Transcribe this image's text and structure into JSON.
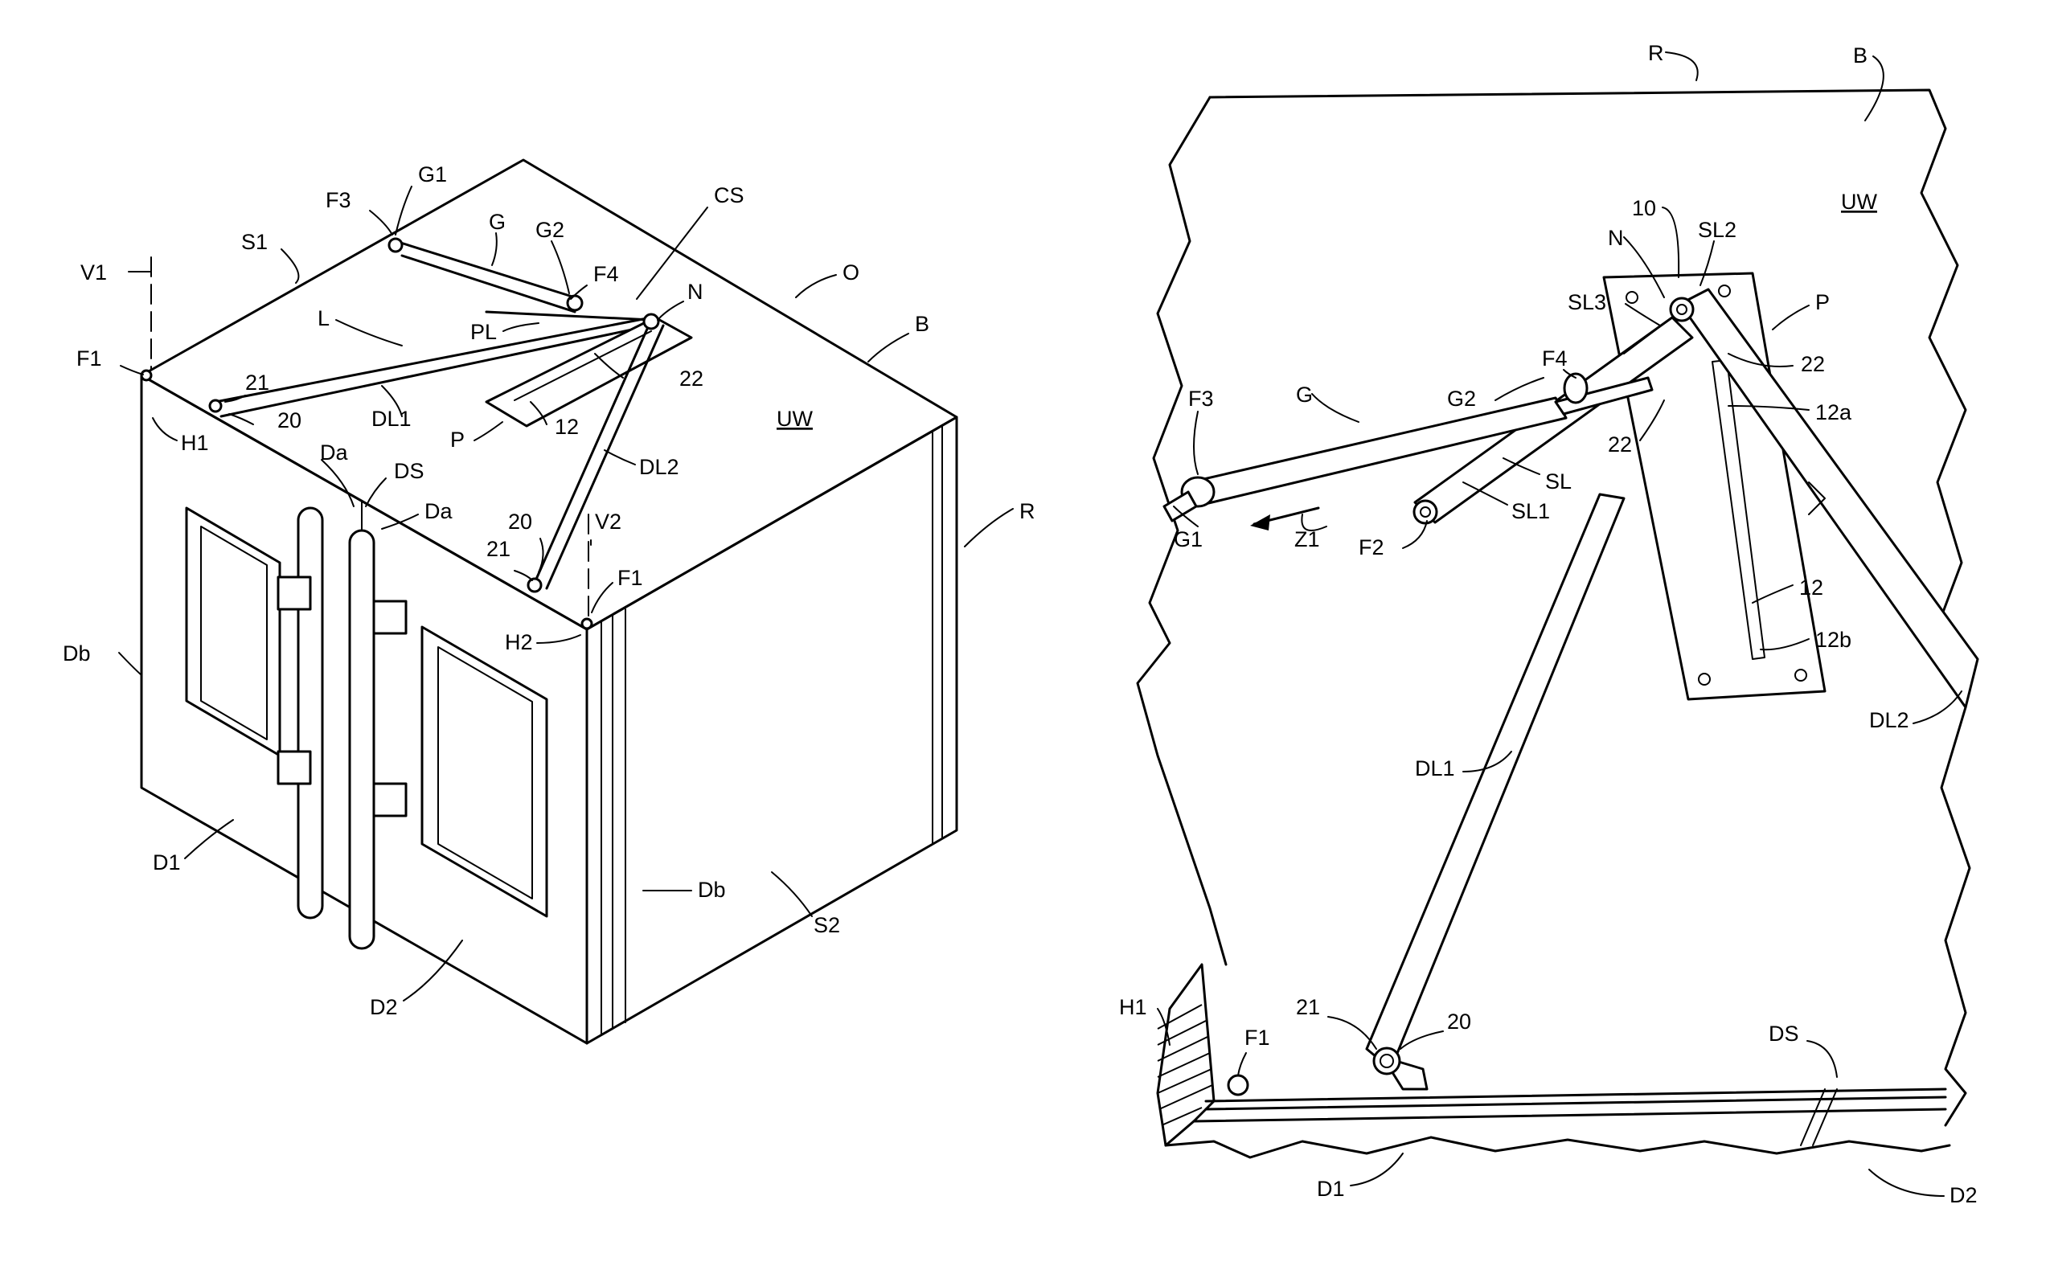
{
  "figure_left": {
    "labels": {
      "G1": "G1",
      "F3": "F3",
      "CS": "CS",
      "S1": "S1",
      "G": "G",
      "G2": "G2",
      "O": "O",
      "F4": "F4",
      "V1": "V1",
      "N": "N",
      "L": "L",
      "PL": "PL",
      "B": "B",
      "F1_top": "F1",
      "21_left": "21",
      "22": "22",
      "UW": "UW",
      "20_left": "20",
      "DL1": "DL1",
      "12": "12",
      "P": "P",
      "H1": "H1",
      "DL2": "DL2",
      "Da_upper": "Da",
      "DS": "DS",
      "Da_lower": "Da",
      "R": "R",
      "20_lower": "20",
      "V2": "V2",
      "21_lower": "21",
      "F1_right": "F1",
      "H2": "H2",
      "Db_left": "Db",
      "Db_right": "Db",
      "S2": "S2",
      "D1": "D1",
      "D2": "D2"
    }
  },
  "figure_right": {
    "labels": {
      "R": "R",
      "B": "B",
      "UW": "UW",
      "10": "10",
      "N": "N",
      "SL2": "SL2",
      "SL3": "SL3",
      "P": "P",
      "F4": "F4",
      "22_top": "22",
      "F3": "F3",
      "G2": "G2",
      "G": "G",
      "12a": "12a",
      "22_mid": "22",
      "SL": "SL",
      "G1": "G1",
      "Z1": "Z1",
      "SL1": "SL1",
      "F2": "F2",
      "12": "12",
      "12b": "12b",
      "DL2": "DL2",
      "DL1": "DL1",
      "H1": "H1",
      "F1": "F1",
      "21": "21",
      "20": "20",
      "DS": "DS",
      "D1": "D1",
      "D2": "D2"
    }
  }
}
